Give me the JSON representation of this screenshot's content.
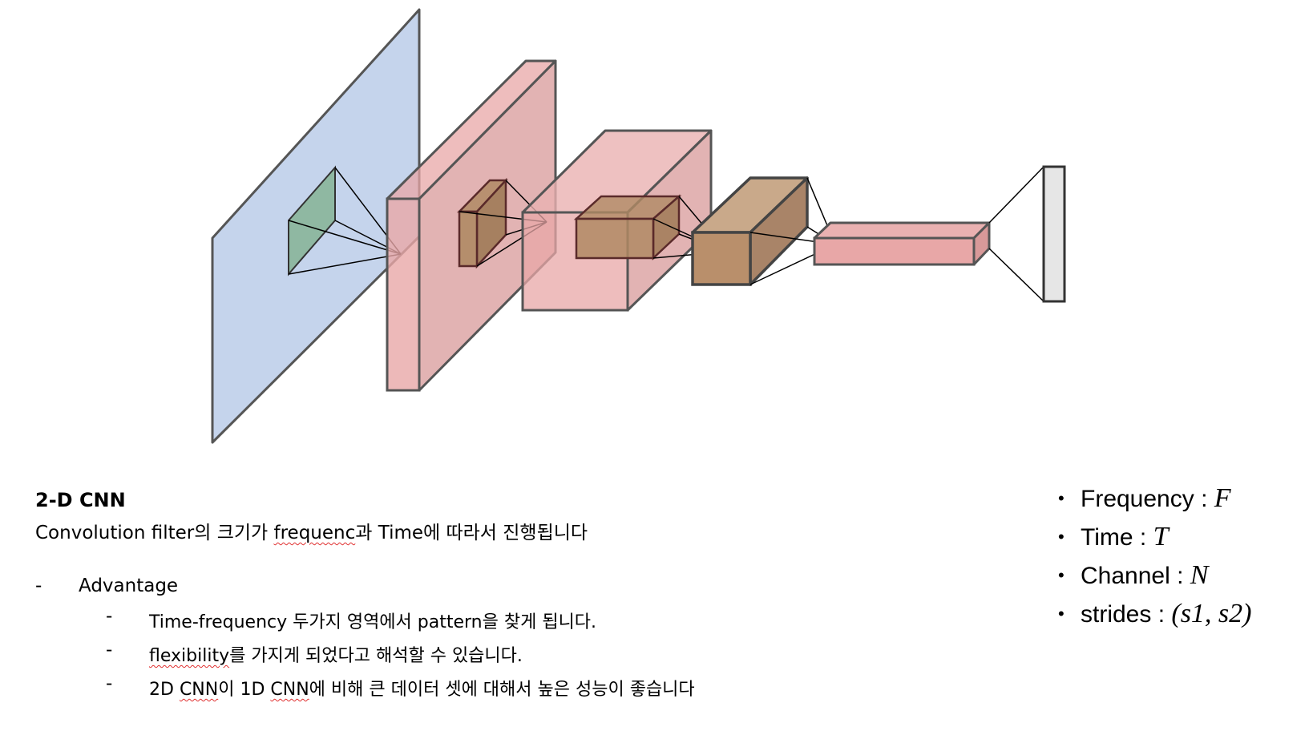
{
  "text": {
    "heading": "2-D CNN",
    "desc_before": "Convolution filter의 크기가 ",
    "desc_misspelled": "frequenc",
    "desc_after": "과 Time에 따라서 진행됩니다",
    "dash": "-",
    "advantage": "Advantage",
    "sub1": "Time-frequency 두가지 영역에서 pattern을 찾게 됩니다.",
    "sub2_misspelled": "flexibility",
    "sub2_rest": "를 가지게 되었다고 해석할 수 있습니다.",
    "sub3_a": " 2D ",
    "sub3_b": "CNN",
    "sub3_c": "이 1D ",
    "sub3_d": "CNN",
    "sub3_e": "에 비해 큰 데이터 셋에 대해서 높은 성능이 좋습니다"
  },
  "legend": [
    {
      "label": "Frequency : ",
      "math": "F"
    },
    {
      "label": "Time : ",
      "math": "T"
    },
    {
      "label": "Channel : ",
      "math": "N"
    },
    {
      "label": "strides : ",
      "math": "(s1, s2)"
    }
  ],
  "legend_bullet": "•",
  "colors": {
    "input_plane": "#c5d4ec",
    "feature_block": "#e8a7a7",
    "filter_green": "#8fb8a2",
    "filter_brown": "#b08a64",
    "output_layer": "#e6e6e6"
  }
}
